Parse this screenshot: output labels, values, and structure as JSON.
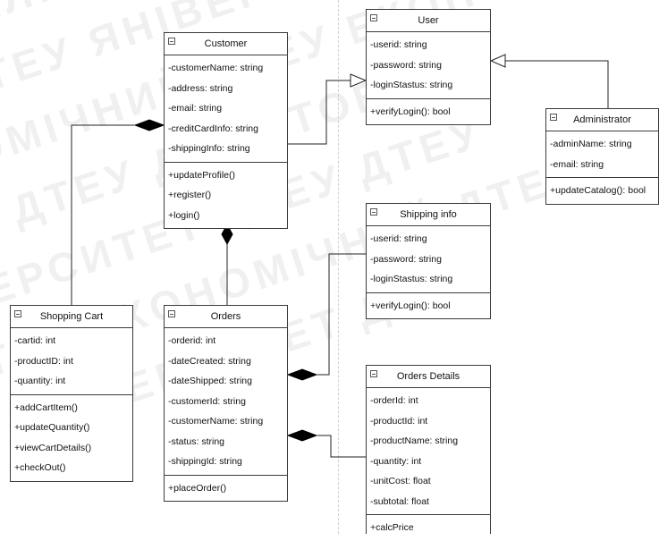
{
  "watermark": {
    "lines": [
      "ТОВЕЛІЇЛ ДТЕУ ДТЕУ ТОВЕ",
      "ЕУ ДТЕУ ЯНІВЕРСИТЕТ ДТЕУ",
      "ТОНОМІЧНИЙ ДТЕУ ЕКОНОМІ",
      "ДТЕУ ДТЕУ ДТЕУ ТОВЕЛ",
      "УНІВЕРСИТЕТ ДТЕУ ДТЕУ",
      "ЕУ ДТЕУ ЕКОНОМІЧНИЙ ДТЕУ",
      "ДТЕУ УНІВЕРСИТЕТ ДТЕУ"
    ]
  },
  "classes": {
    "customer": {
      "name": "Customer",
      "attributes": [
        "-customerName: string",
        "-address: string",
        "-email: string",
        "-creditCardInfo: string",
        "-shippingInfo: string"
      ],
      "operations": [
        "+updateProfile()",
        "+register()",
        "+login()"
      ]
    },
    "user": {
      "name": "User",
      "attributes": [
        "-userid: string",
        "-password: string",
        "-loginStastus: string"
      ],
      "operations": [
        "+verifyLogin(): bool"
      ]
    },
    "administrator": {
      "name": "Administrator",
      "attributes": [
        "-adminName: string",
        "-email: string"
      ],
      "operations": [
        "+updateCatalog(): bool"
      ]
    },
    "shipping_info": {
      "name": "Shipping info",
      "attributes": [
        "-userid: string",
        "-password: string",
        "-loginStastus: string"
      ],
      "operations": [
        "+verifyLogin(): bool"
      ]
    },
    "shopping_cart": {
      "name": "Shopping Cart",
      "attributes": [
        "-cartid: int",
        "-productID: int",
        "-quantity: int"
      ],
      "operations": [
        "+addCartItem()",
        "+updateQuantity()",
        "+viewCartDetails()",
        "+checkOut()"
      ]
    },
    "orders": {
      "name": "Orders",
      "attributes": [
        "-orderid: int",
        "-dateCreated: string",
        "-dateShipped: string",
        "-customerId: string",
        "-customerName: string",
        "-status: string",
        "-shippingId: string"
      ],
      "operations": [
        "+placeOrder()"
      ]
    },
    "orders_details": {
      "name": "Orders Details",
      "attributes": [
        "-orderId: int",
        "-productId: int",
        "-productName: string",
        "-quantity: int",
        "-unitCost: float",
        "-subtotal: float"
      ],
      "operations": [
        "+calcPrice"
      ]
    }
  },
  "colors": {
    "line": "#222222",
    "border": "#3a3a3a",
    "background": "#ffffff"
  }
}
